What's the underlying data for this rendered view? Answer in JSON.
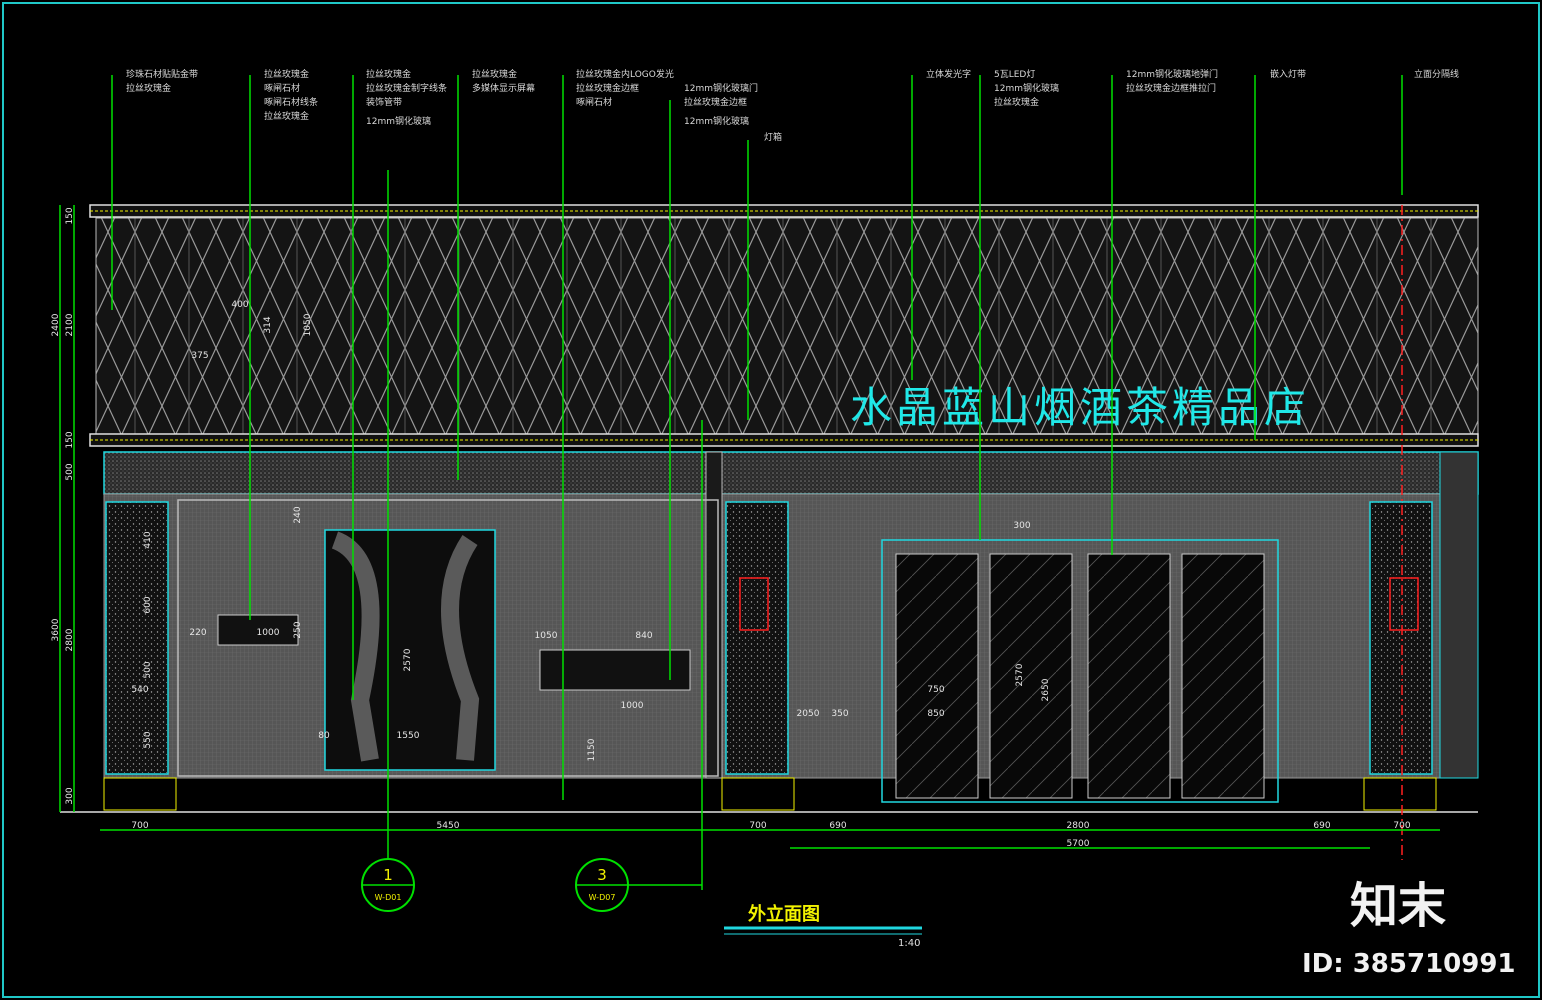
{
  "drawing": {
    "title": "外立面图",
    "scale": "1:40",
    "sign_text": "水晶蓝山烟酒茶精品店"
  },
  "annotations": [
    {
      "lines": [
        "珍珠石材贴贴金带",
        "拉丝玫瑰金"
      ]
    },
    {
      "lines": [
        "拉丝玫瑰金",
        "啄闸石材",
        "啄闸石材线条",
        "拉丝玫瑰金"
      ]
    },
    {
      "lines": [
        "拉丝玫瑰金",
        "拉丝玫瑰金制字线条",
        "装饰管带",
        "12mm钢化玻璃"
      ]
    },
    {
      "lines": [
        "拉丝玫瑰金",
        "多媒体显示屏幕"
      ]
    },
    {
      "lines": [
        "拉丝玫瑰金内LOGO发光",
        "拉丝玫瑰金边框",
        "啄闸石材"
      ]
    },
    {
      "lines": [
        "12mm钢化玻璃门",
        "拉丝玫瑰金边框"
      ]
    },
    {
      "lines": [
        "12mm钢化玻璃"
      ]
    },
    {
      "lines": [
        "灯箱"
      ]
    },
    {
      "lines": [
        "立体发光字"
      ]
    },
    {
      "lines": [
        "5瓦LED灯",
        "12mm钢化玻璃",
        "拉丝玫瑰金"
      ]
    },
    {
      "lines": [
        "12mm钢化玻璃地弹门",
        "拉丝玫瑰金边框推拉门"
      ]
    },
    {
      "lines": [
        "嵌入灯带"
      ]
    },
    {
      "lines": [
        "立面分隔线"
      ]
    }
  ],
  "dimensions": {
    "bottom": [
      "700",
      "5450",
      "700",
      "690",
      "2800",
      "690",
      "700"
    ],
    "bottom_total": "5700",
    "left": [
      "150",
      "2100",
      "150",
      "2400",
      "500",
      "2800",
      "300",
      "3600"
    ],
    "inner": [
      "400",
      "375",
      "314",
      "1050",
      "240",
      "410",
      "250",
      "600",
      "540",
      "550",
      "500",
      "220",
      "1000",
      "2570",
      "1550",
      "80",
      "1050",
      "840",
      "1000",
      "1150",
      "750",
      "850",
      "2570",
      "2650",
      "300",
      "2050",
      "350"
    ]
  },
  "section_marks": [
    {
      "number": "1",
      "ref": "W-D01"
    },
    {
      "number": "3",
      "ref": "W-D07"
    }
  ],
  "watermark": {
    "logo": "知末",
    "id": "ID: 385710991"
  },
  "colors": {
    "background": "#000000",
    "leader": "#00e000",
    "outline": "#20d8e0",
    "sign": "#20e8e8",
    "yellow": "#f2f200",
    "red": "#ff2020",
    "gray": "#8a8a8a"
  }
}
